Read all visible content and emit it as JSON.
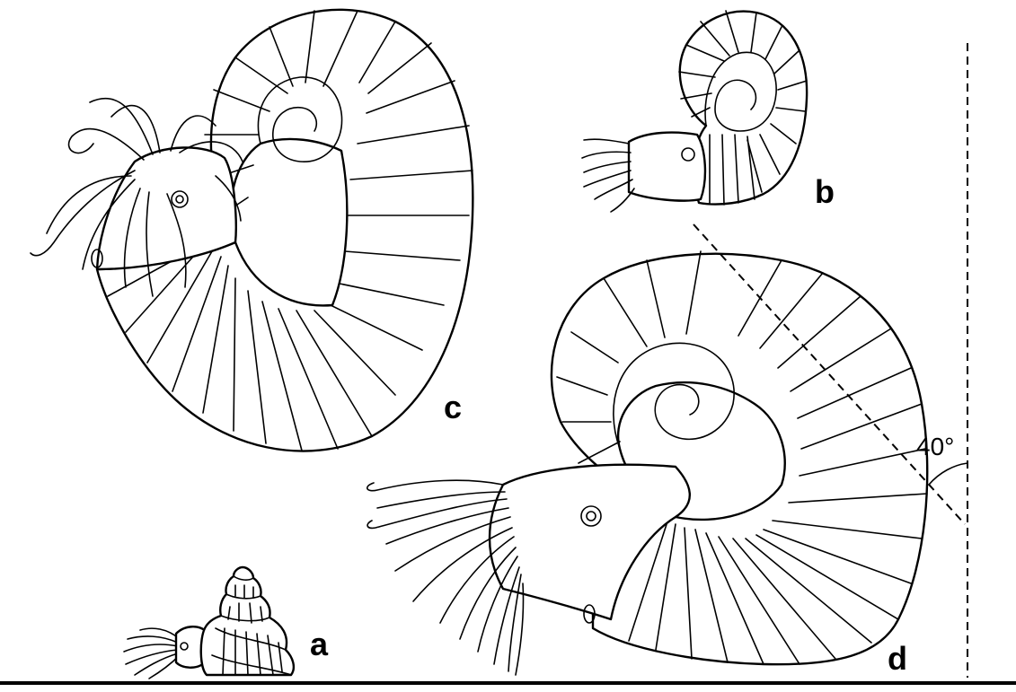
{
  "labels": {
    "a": "a",
    "b": "b",
    "c": "c",
    "d": "d"
  },
  "angle_label": "40°",
  "colors": {
    "line": "#000000",
    "background": "#ffffff"
  }
}
